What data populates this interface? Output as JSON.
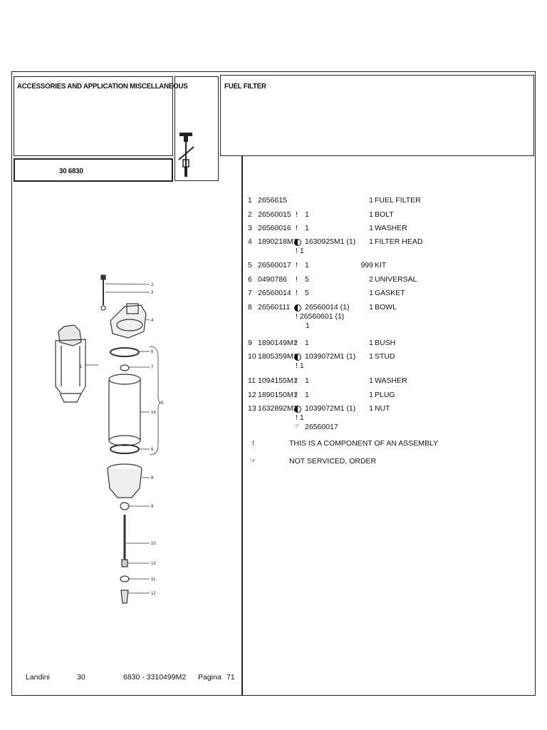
{
  "header": {
    "section_title": "ACCESSORIES AND APPLICATION MISCELLANEOUS",
    "group_title": "FUEL FILTER",
    "model_code": "30 6830"
  },
  "parts": [
    {
      "num": "1",
      "part": "2656615",
      "excl": "",
      "mark": "",
      "ref": "",
      "qty": "1",
      "desc": "FUEL FILTER"
    },
    {
      "num": "2",
      "part": "26560015",
      "excl": "!",
      "mark": "",
      "ref": "1",
      "qty": "1",
      "desc": "BOLT"
    },
    {
      "num": "3",
      "part": "26560016",
      "excl": "!",
      "mark": "",
      "ref": "1",
      "qty": "1",
      "desc": "WASHER"
    },
    {
      "num": "4",
      "part": "1890218M1",
      "excl": "",
      "mark": "half-circle",
      "ref": "1630925M1  (1)",
      "qty": "1",
      "desc": "FILTER HEAD",
      "sub": [
        "!  1"
      ]
    },
    {
      "num": "5",
      "part": "26560017",
      "excl": "!",
      "mark": "",
      "ref": "1",
      "qty": "999",
      "desc": "KIT"
    },
    {
      "num": "6",
      "part": "0490786",
      "excl": "!",
      "mark": "",
      "ref": "5",
      "qty": "2",
      "desc": "UNIVERSAL"
    },
    {
      "num": "7",
      "part": "26560014",
      "excl": "!",
      "mark": "",
      "ref": "5",
      "qty": "1",
      "desc": "GASKET"
    },
    {
      "num": "8",
      "part": "26560111",
      "excl": "",
      "mark": "half-circle",
      "ref": "26560014  (1)",
      "qty": "1",
      "desc": "BOWL",
      "sub": [
        "!  26560601  (1)",
        "1"
      ]
    },
    {
      "num": "9",
      "part": "1890149M1",
      "excl": "!",
      "mark": "",
      "ref": "1",
      "qty": "1",
      "desc": "BUSH"
    },
    {
      "num": "10",
      "part": "1805359M1",
      "excl": "",
      "mark": "half-circle",
      "ref": "1039072M1  (1)",
      "qty": "1",
      "desc": "STUD",
      "sub": [
        "!  1"
      ]
    },
    {
      "num": "11",
      "part": "1094155M1",
      "excl": "!",
      "mark": "",
      "ref": "1",
      "qty": "1",
      "desc": "WASHER"
    },
    {
      "num": "12",
      "part": "1890150M1",
      "excl": "!",
      "mark": "",
      "ref": "1",
      "qty": "1",
      "desc": "PLUG"
    },
    {
      "num": "13",
      "part": "1632892M2",
      "excl": "",
      "mark": "half-circle",
      "ref": "1039072M1  (1)",
      "qty": "1",
      "desc": "NUT",
      "sub": [
        "!  1"
      ]
    }
  ],
  "nut_extra_ref": "26560017",
  "legend": [
    {
      "symbol": "!",
      "text": "THIS IS A COMPONENT OF AN ASSEMBLY"
    },
    {
      "symbol": "hand",
      "text": "NOT SERVICED, ORDER"
    }
  ],
  "diagram_labels": [
    "1",
    "2",
    "3",
    "4",
    "5",
    "6",
    "7",
    "14",
    "6",
    "8",
    "9",
    "10",
    "13",
    "11",
    "12"
  ],
  "footer": {
    "brand": "Landini",
    "series": "30",
    "doc_code": "6830 - 3310499M2",
    "page_label": "Pagina",
    "page_number": "71"
  }
}
